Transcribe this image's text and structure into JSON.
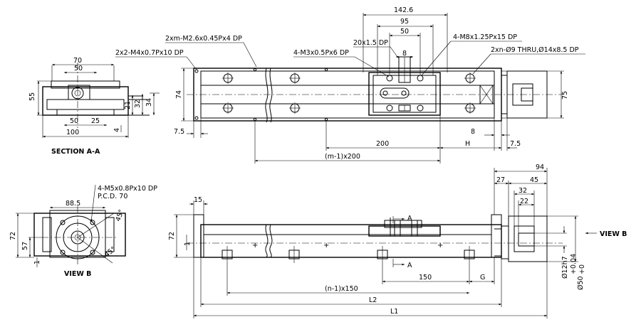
{
  "section_aa": {
    "caption": "SECTION A-A",
    "dims": {
      "w70": "70",
      "w50": "50",
      "w100": "100",
      "b50": "50",
      "b25": "25",
      "h55": "55",
      "h21": "21",
      "h32": "32",
      "h34": "34",
      "h4": "4"
    }
  },
  "view_b_left": {
    "caption": "VIEW B",
    "callout_1": "4-M5x0.8Px10 DP",
    "callout_2": "P.C.D. 70",
    "dims": {
      "w88": "88.5",
      "h72": "72",
      "h57": "57",
      "h1": "1",
      "a45a": "45°",
      "a45b": "45°"
    }
  },
  "top_view": {
    "callouts": {
      "c1": "2xm-M2.6x0.45Px4 DP",
      "c2": "2x2-M4x0.7Px10 DP",
      "c3": "4-M3x0.5Px6 DP",
      "c4": "20x1.5 DP",
      "c5": "4-M8x1.25Px15 DP",
      "c6": "2xn-Ø9 THRU,Ø14x8.5 DP"
    },
    "dims": {
      "d142": "142.6",
      "d95": "95",
      "d50": "50",
      "d8t": "8",
      "h74": "74",
      "h75": "75",
      "d75l": "7.5",
      "d200": "200",
      "d8b": "8",
      "dH": "H",
      "d75r": "7.5",
      "dm": "(m-1)x200"
    }
  },
  "side_view": {
    "view_label": "VIEW B",
    "section_mark": "A",
    "dims": {
      "d15": "15",
      "h72": "72",
      "h1": "1",
      "d94": "94",
      "d27": "27",
      "d45": "45",
      "d32": "32",
      "d22": "22",
      "d150": "150",
      "dG": "G",
      "dn": "(n-1)x150",
      "L2": "L2",
      "L1": "L1",
      "phi12": "Ø12h7",
      "phi50": "Ø50",
      "tol_up": "+0.04",
      "tol_lo": "+0"
    }
  }
}
